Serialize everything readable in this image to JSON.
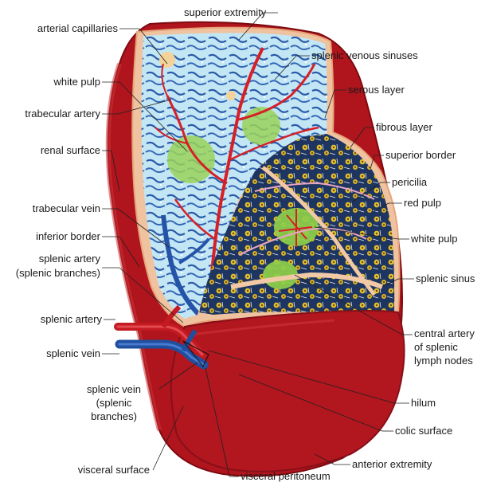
{
  "diagram": {
    "subject": "Spleen cross-section anatomy",
    "colors": {
      "capsule": "#b0141c",
      "capsule_dark": "#7d0a10",
      "cut_surface": "#f2c9a6",
      "white_pulp_bg": "#bfe3f3",
      "red_pulp_bg": "#1e3a66",
      "artery": "#d61f26",
      "vein": "#2453a8",
      "nodule": "#8fcf4a"
    },
    "labels_left": [
      "arterial capillaries",
      "white pulp",
      "trabecular artery",
      "renal surface",
      "trabecular vein",
      "inferior border",
      "splenic artery",
      "(splenic branches)",
      "splenic artery",
      "splenic vein",
      "splenic vein",
      "(splenic",
      "branches)",
      "visceral surface"
    ],
    "labels_right": [
      "superior extremity",
      "splenic venous sinuses",
      "serous layer",
      "fibrous layer",
      "superior border",
      "pericilia",
      "red pulp",
      "white pulp",
      "splenic sinus",
      "central artery",
      "of splenic",
      "lymph nodes",
      "hilum",
      "colic surface",
      "anterior extremity",
      "visceral peritoneum"
    ]
  }
}
